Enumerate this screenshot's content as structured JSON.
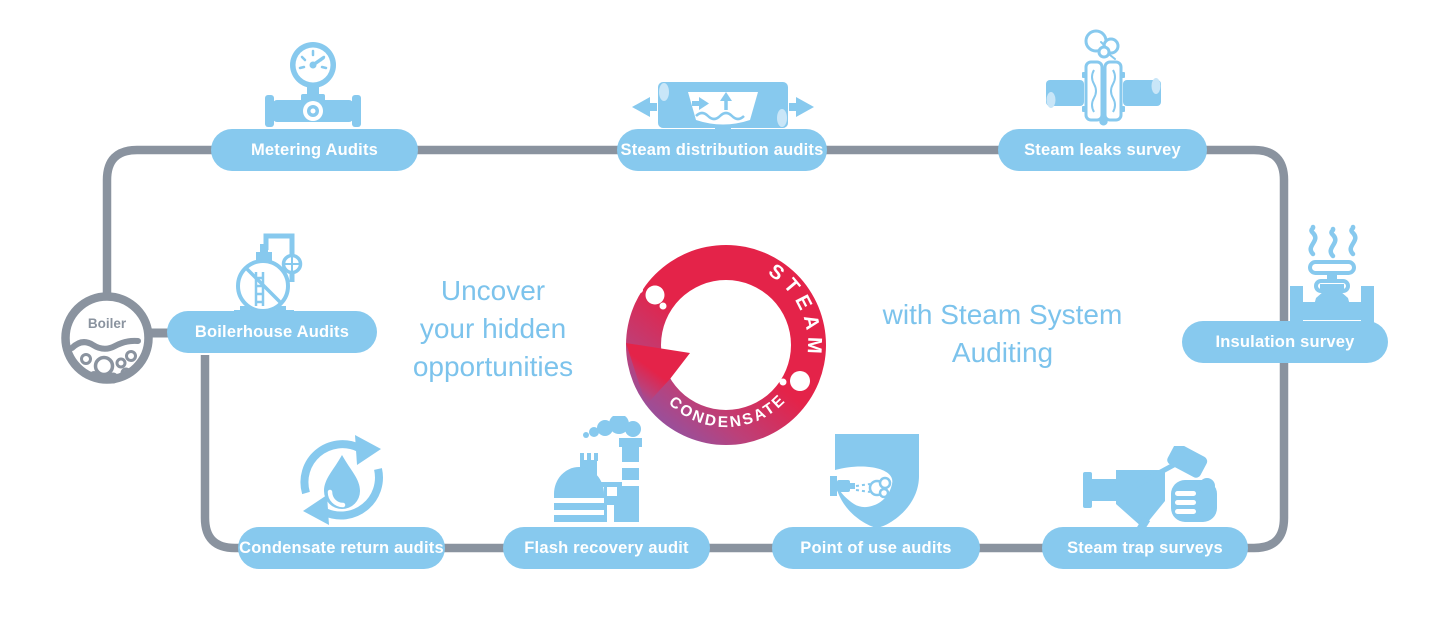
{
  "title": "Steam system auditing loop diagram",
  "colors": {
    "pill_blue": "#87C9EE",
    "light_blue_highlight": "#C9E6F8",
    "headline_blue": "#7CC3EC",
    "loop_gray": "#8A939F",
    "ring_red": "#E42349",
    "ring_purple": "#8C55A7",
    "pill_text": "#FFFFFF"
  },
  "boiler": {
    "label": "Boiler"
  },
  "center": {
    "headline_left": {
      "lines": [
        "Uncover",
        "your hidden",
        "opportunities"
      ]
    },
    "headline_right": {
      "lines": [
        "with Steam System",
        "Auditing"
      ]
    },
    "cycle": {
      "top_label": "STEAM",
      "bottom_label": "CONDENSATE"
    }
  },
  "audits": [
    {
      "id": "metering",
      "label": "Metering Audits",
      "icon": "pressure-gauge-icon"
    },
    {
      "id": "steam-distribution",
      "label": "Steam distribution audits",
      "icon": "pipe-separator-icon"
    },
    {
      "id": "steam-leaks",
      "label": "Steam leaks survey",
      "icon": "leaking-flange-icon"
    },
    {
      "id": "insulation",
      "label": "Insulation survey",
      "icon": "hot-valve-icon"
    },
    {
      "id": "steam-trap",
      "label": "Steam trap surveys",
      "icon": "trap-tester-icon"
    },
    {
      "id": "point-of-use",
      "label": "Point of use audits",
      "icon": "spray-shield-icon"
    },
    {
      "id": "flash-recovery",
      "label": "Flash recovery audit",
      "icon": "factory-icon"
    },
    {
      "id": "condensate-return",
      "label": "Condensate return audits",
      "icon": "droplet-recycle-icon"
    },
    {
      "id": "boilerhouse",
      "label": "Boilerhouse Audits",
      "icon": "boilerhouse-icon"
    }
  ]
}
